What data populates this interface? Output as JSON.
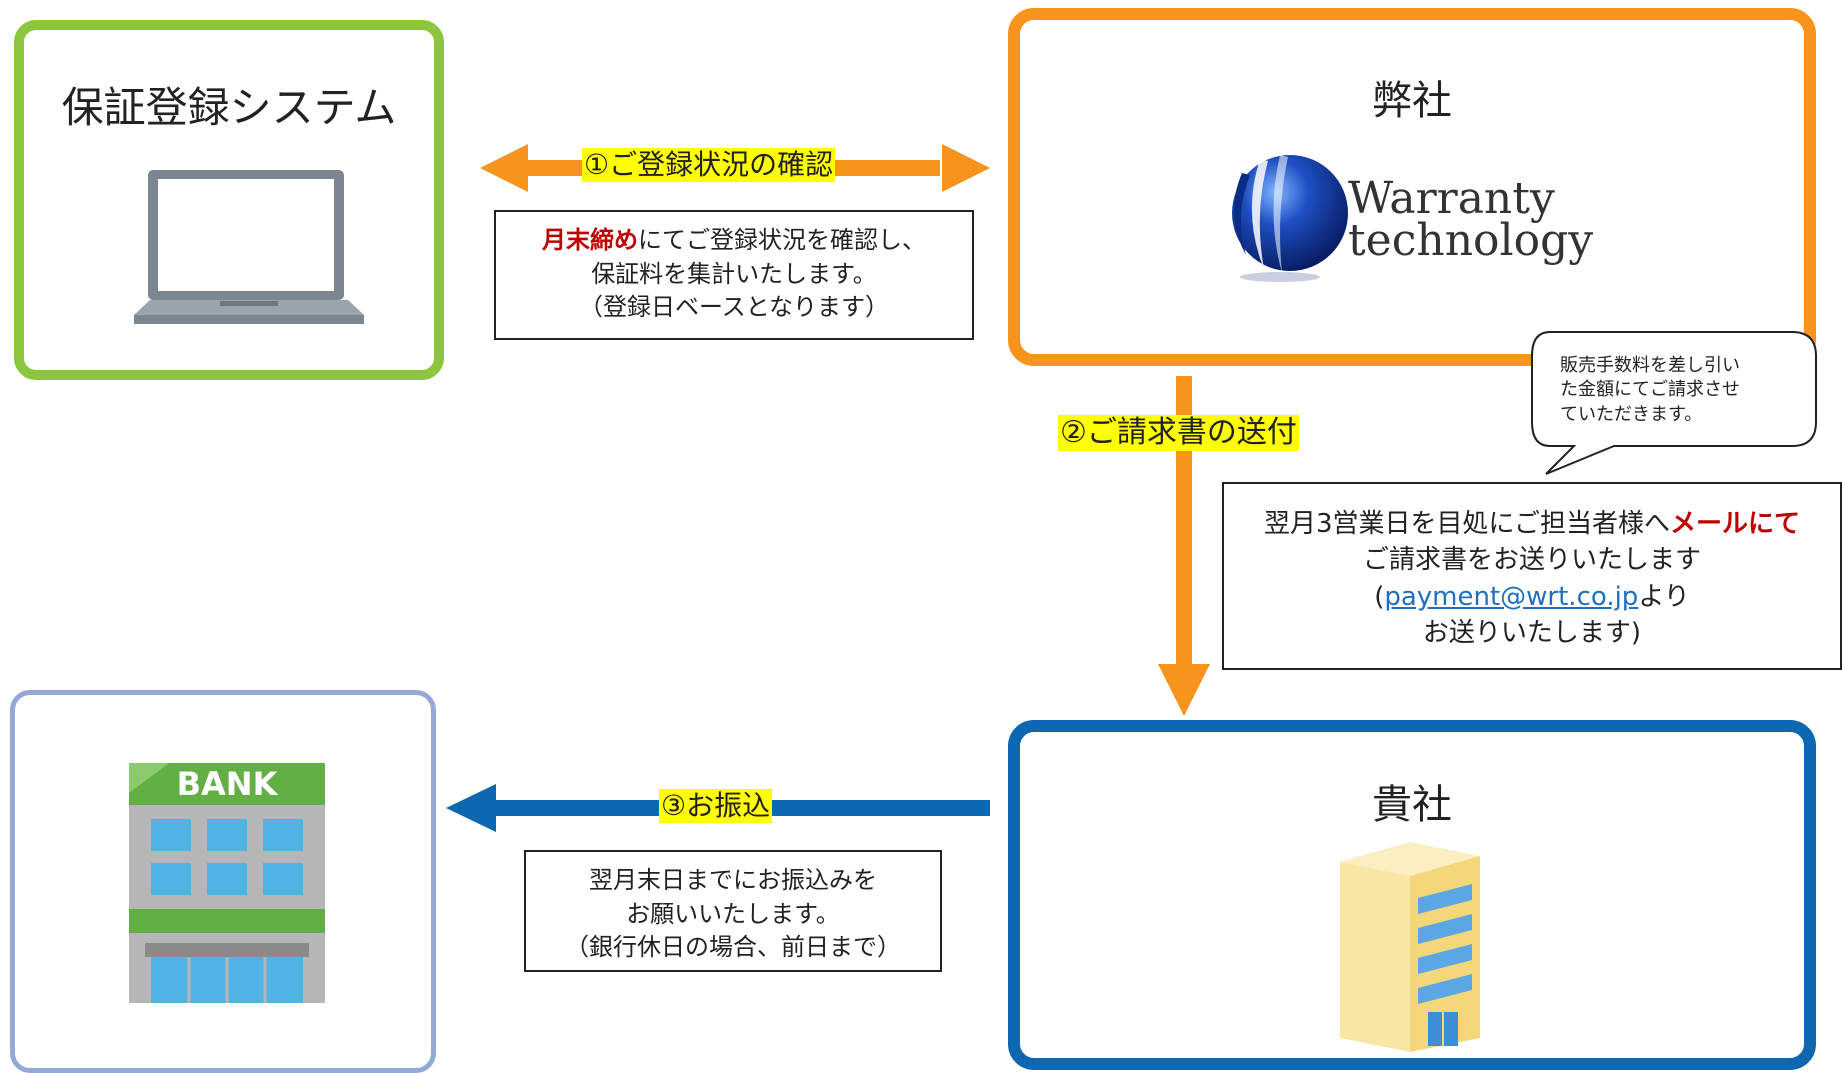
{
  "systems": {
    "registration": {
      "title": "保証登録システム"
    },
    "company": {
      "title": "弊社",
      "logo_line1": "Warranty",
      "logo_line2": "technology"
    },
    "client": {
      "title": "貴社"
    },
    "bank": {
      "sign": "BANK"
    }
  },
  "steps": {
    "step1": {
      "label": "①ご登録状況の確認",
      "note_emph": "月末締め",
      "note_line1_rest": "にてご登録状況を確認し、",
      "note_line2": "保証料を集計いたします。",
      "note_line3": "（登録日ベースとなります）"
    },
    "step2": {
      "label": "②ご請求書の送付",
      "note_line1_pre": "翌月3営業日を目処にご担当者様へ",
      "note_line1_emph": "メールにて",
      "note_line2": "ご請求書をお送りいたします",
      "note_line3_open": "(",
      "note_email": "payment@wrt.co.jp",
      "note_line3_rest": "より",
      "note_line4": "お送りいたします)",
      "bubble_line1": "販売手数料を差し引い",
      "bubble_line2": "た金額にてご請求させ",
      "bubble_line3": "ていただきます。"
    },
    "step3": {
      "label": "③お振込",
      "note_line1": "翌月末日までにお振込みを",
      "note_line2": "お願いいたします。",
      "note_line3": "（銀行休日の場合、前日まで）"
    }
  },
  "colors": {
    "green": "#8cc63f",
    "orange": "#f7941d",
    "blue": "#0e67b1",
    "bank_border": "#93a9d6",
    "highlight": "#ffff00",
    "emphasis": "#c00000"
  }
}
